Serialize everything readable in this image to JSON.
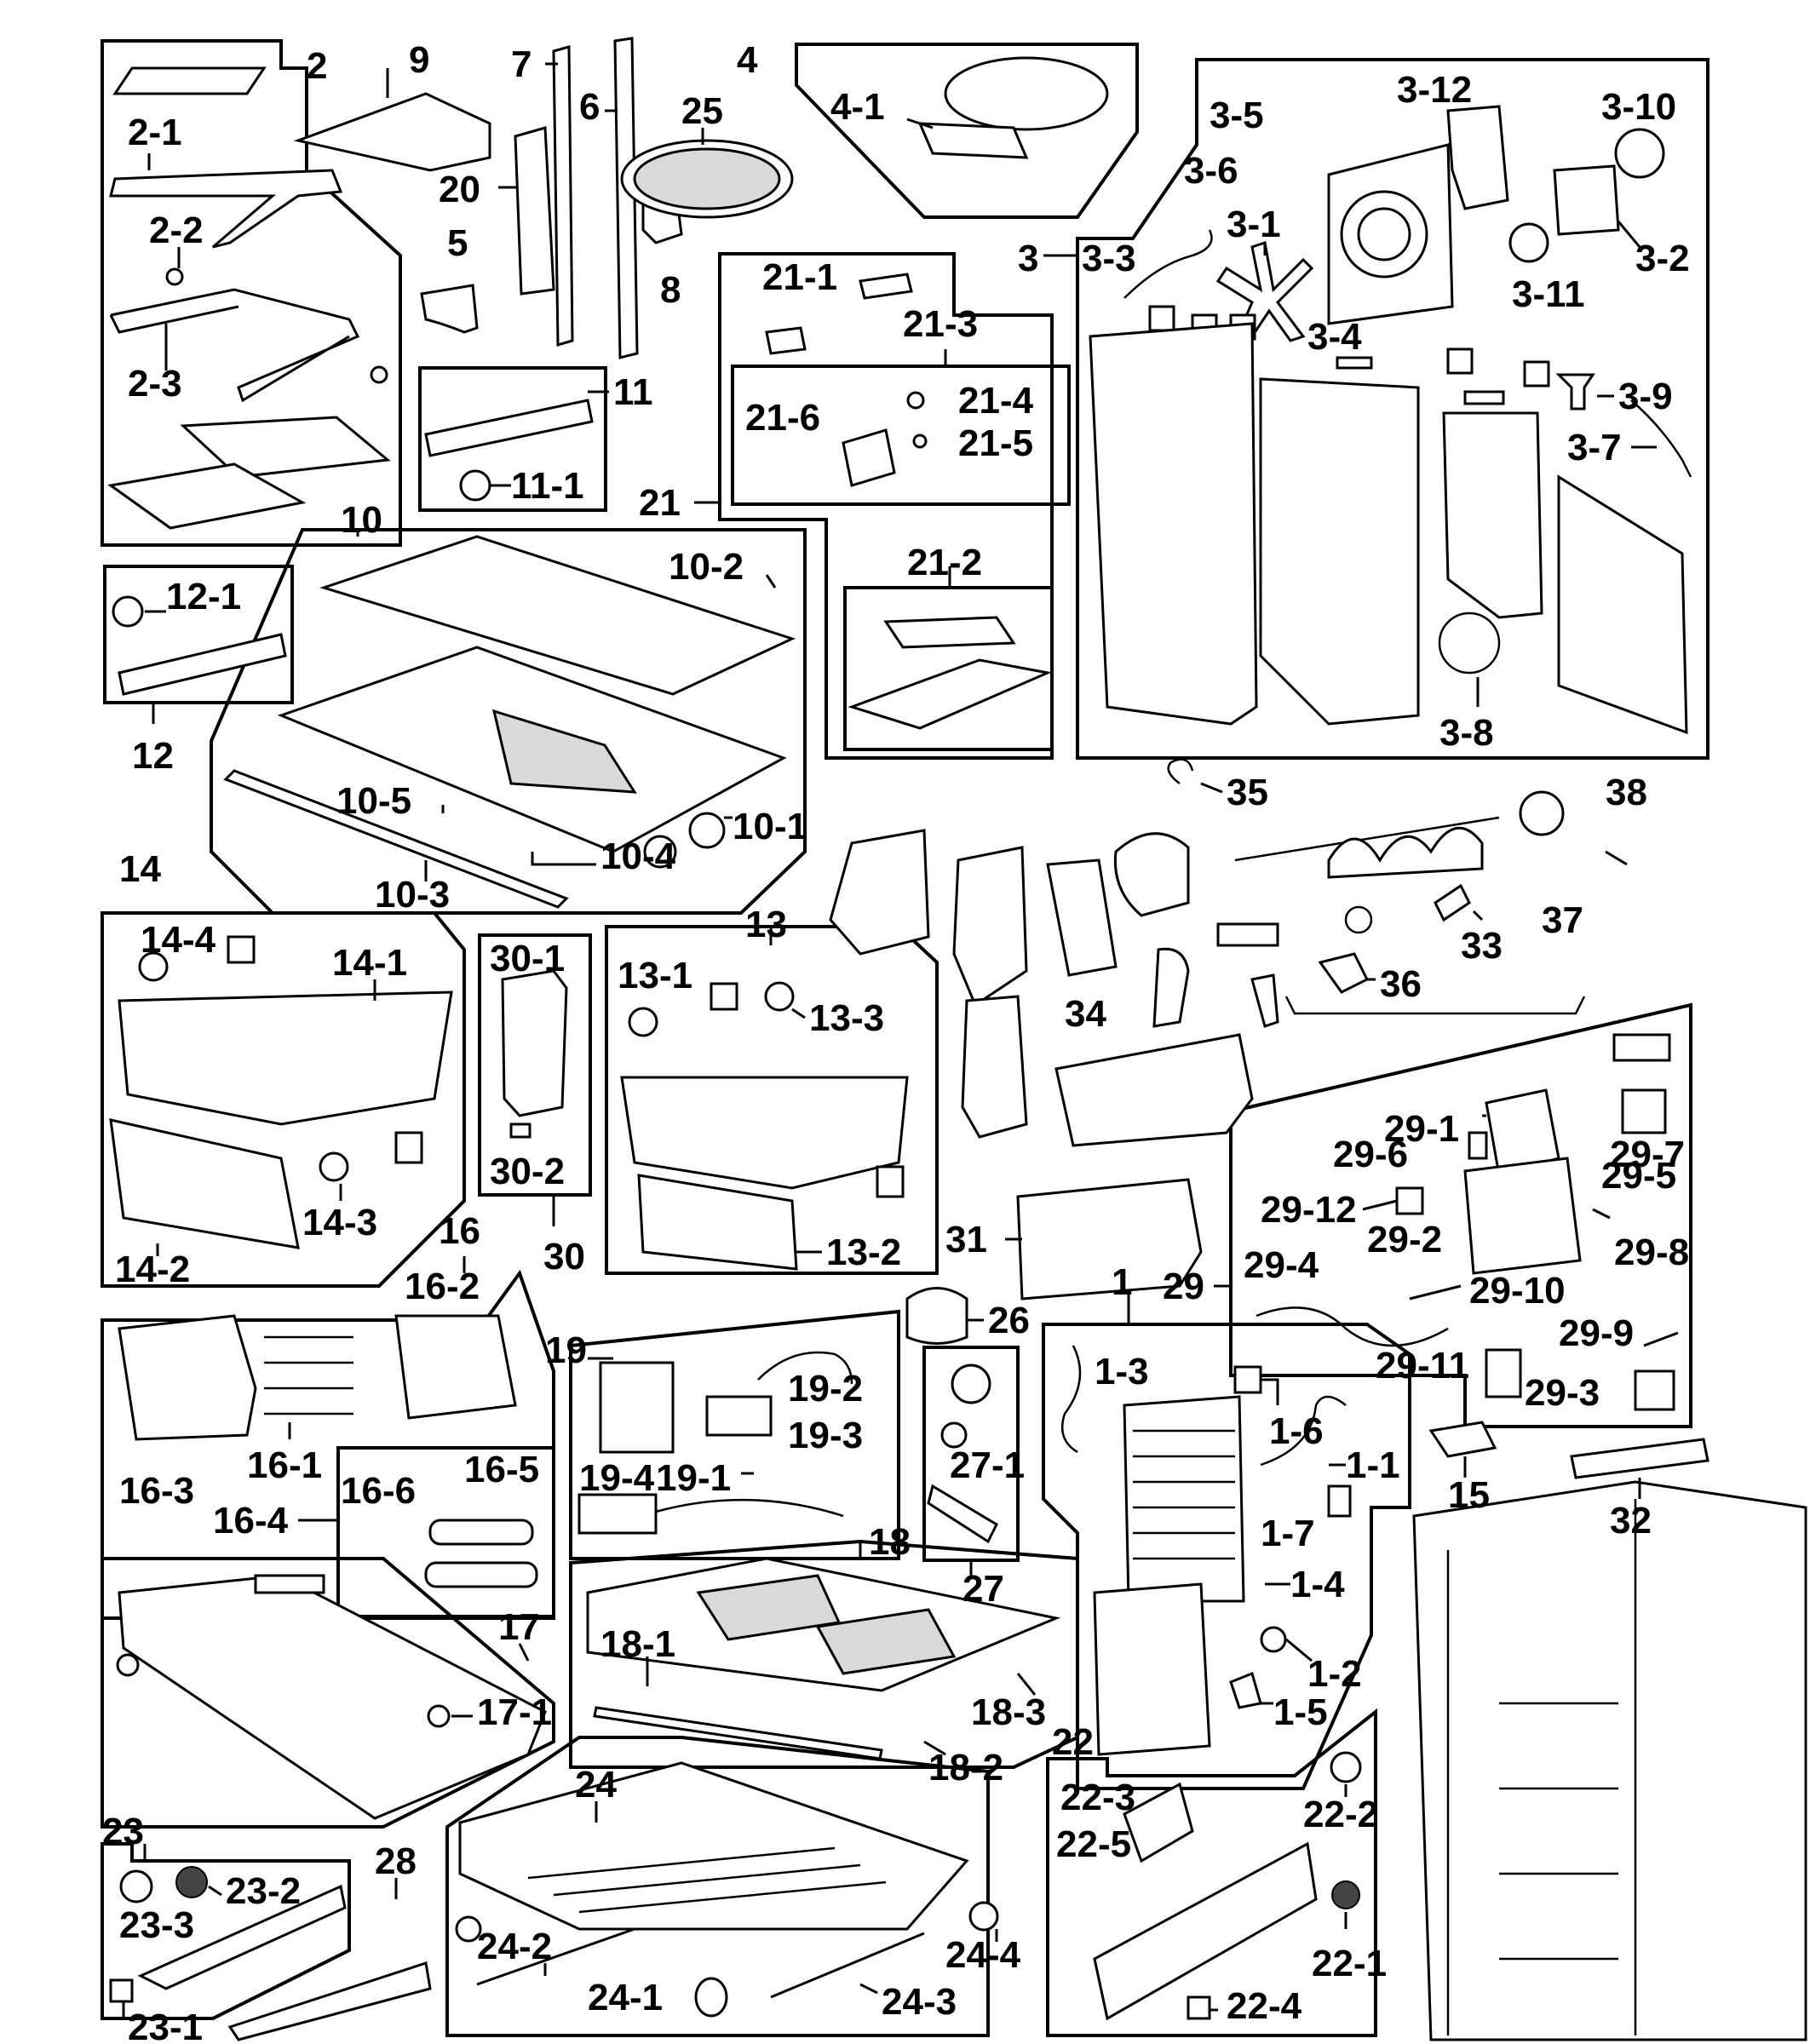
{
  "diagram": {
    "type": "exploded-parts-diagram",
    "labels": {
      "l2": "2",
      "l2_1": "2-1",
      "l2_2": "2-2",
      "l2_3": "2-3",
      "l9": "9",
      "l7": "7",
      "l6": "6",
      "l20": "20",
      "l5": "5",
      "l8": "8",
      "l25": "25",
      "l4": "4",
      "l4_1": "4-1",
      "l3": "3",
      "l3_1": "3-1",
      "l3_2": "3-2",
      "l3_3": "3-3",
      "l3_4": "3-4",
      "l3_5": "3-5",
      "l3_6": "3-6",
      "l3_7": "3-7",
      "l3_8": "3-8",
      "l3_9": "3-9",
      "l3_10": "3-10",
      "l3_11": "3-11",
      "l3_12": "3-12",
      "l21": "21",
      "l21_1": "21-1",
      "l21_2": "21-2",
      "l21_3": "21-3",
      "l21_4": "21-4",
      "l21_5": "21-5",
      "l21_6": "21-6",
      "l11": "11",
      "l11_1": "11-1",
      "l10": "10",
      "l10_1": "10-1",
      "l10_2": "10-2",
      "l10_3": "10-3",
      "l10_4": "10-4",
      "l10_5": "10-5",
      "l12": "12",
      "l12_1": "12-1",
      "l14": "14",
      "l14_1": "14-1",
      "l14_2": "14-2",
      "l14_3": "14-3",
      "l14_4": "14-4",
      "l30": "30",
      "l30_1": "30-1",
      "l30_2": "30-2",
      "l13": "13",
      "l13_1": "13-1",
      "l13_2": "13-2",
      "l13_3": "13-3",
      "l34": "34",
      "l35": "35",
      "l33": "33",
      "l36": "36",
      "l37": "37",
      "l38": "38",
      "l29": "29",
      "l29_1": "29-1",
      "l29_2": "29-2",
      "l29_3": "29-3",
      "l29_4": "29-4",
      "l29_5": "29-5",
      "l29_6": "29-6",
      "l29_7": "29-7",
      "l29_8": "29-8",
      "l29_9": "29-9",
      "l29_10": "29-10",
      "l29_11": "29-11",
      "l29_12": "29-12",
      "l31": "31",
      "l26": "26",
      "l16": "16",
      "l16_1": "16-1",
      "l16_2": "16-2",
      "l16_3": "16-3",
      "l16_4": "16-4",
      "l16_5": "16-5",
      "l16_6": "16-6",
      "l19": "19",
      "l19_1": "19-1",
      "l19_2": "19-2",
      "l19_3": "19-3",
      "l19_4": "19-4",
      "l27": "27",
      "l27_1": "27-1",
      "l1": "1",
      "l1_1": "1-1",
      "l1_2": "1-2",
      "l1_3": "1-3",
      "l1_4": "1-4",
      "l1_5": "1-5",
      "l1_6": "1-6",
      "l1_7": "1-7",
      "l15": "15",
      "l32": "32",
      "l17": "17",
      "l17_1": "17-1",
      "l18": "18",
      "l18_1": "18-1",
      "l18_2": "18-2",
      "l18_3": "18-3",
      "l23": "23",
      "l23_1": "23-1",
      "l23_2": "23-2",
      "l23_3": "23-3",
      "l24": "24",
      "l24_1": "24-1",
      "l24_2": "24-2",
      "l24_3": "24-3",
      "l24_4": "24-4",
      "l28": "28",
      "l22": "22",
      "l22_1": "22-1",
      "l22_2": "22-2",
      "l22_3": "22-3",
      "l22_4": "22-4",
      "l22_5": "22-5"
    }
  }
}
